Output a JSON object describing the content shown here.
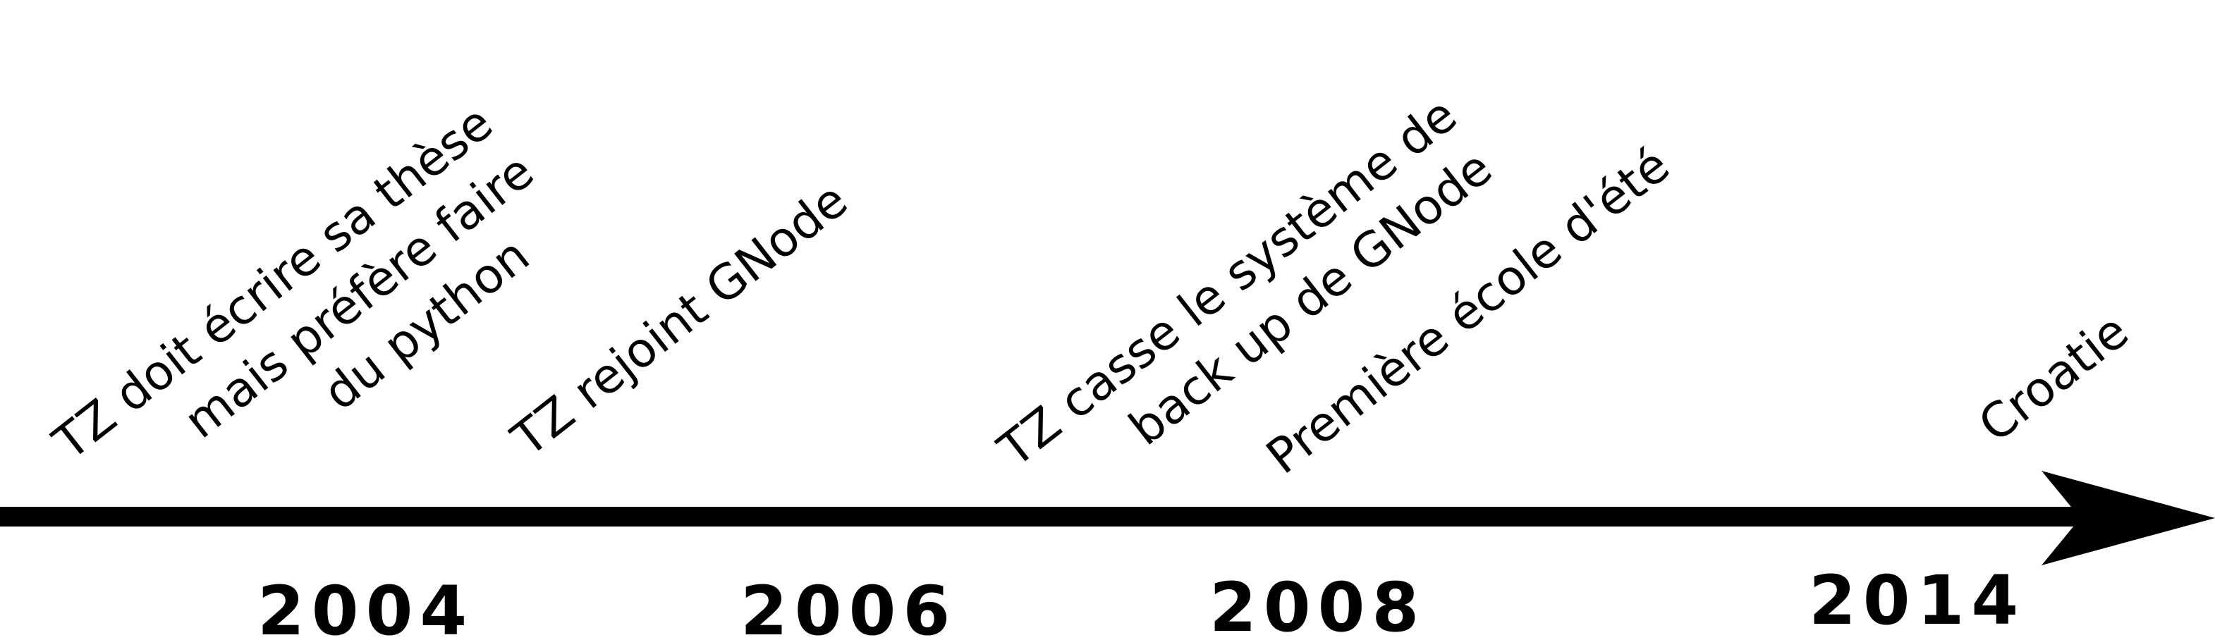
{
  "timeline": {
    "years": [
      "2004",
      "2006",
      "2008",
      "2014"
    ],
    "events": [
      {
        "lines": [
          "TZ doit écrire sa thèse",
          "mais préfère faire",
          "du python"
        ]
      },
      {
        "lines": [
          "TZ rejoint GNode"
        ]
      },
      {
        "lines": [
          "TZ casse le système de",
          "back up de GNode"
        ]
      },
      {
        "lines": [
          "Première école d'été"
        ]
      },
      {
        "lines": [
          "Croatie"
        ]
      }
    ],
    "colors": {
      "ink": "#000000",
      "background": "#ffffff"
    }
  }
}
